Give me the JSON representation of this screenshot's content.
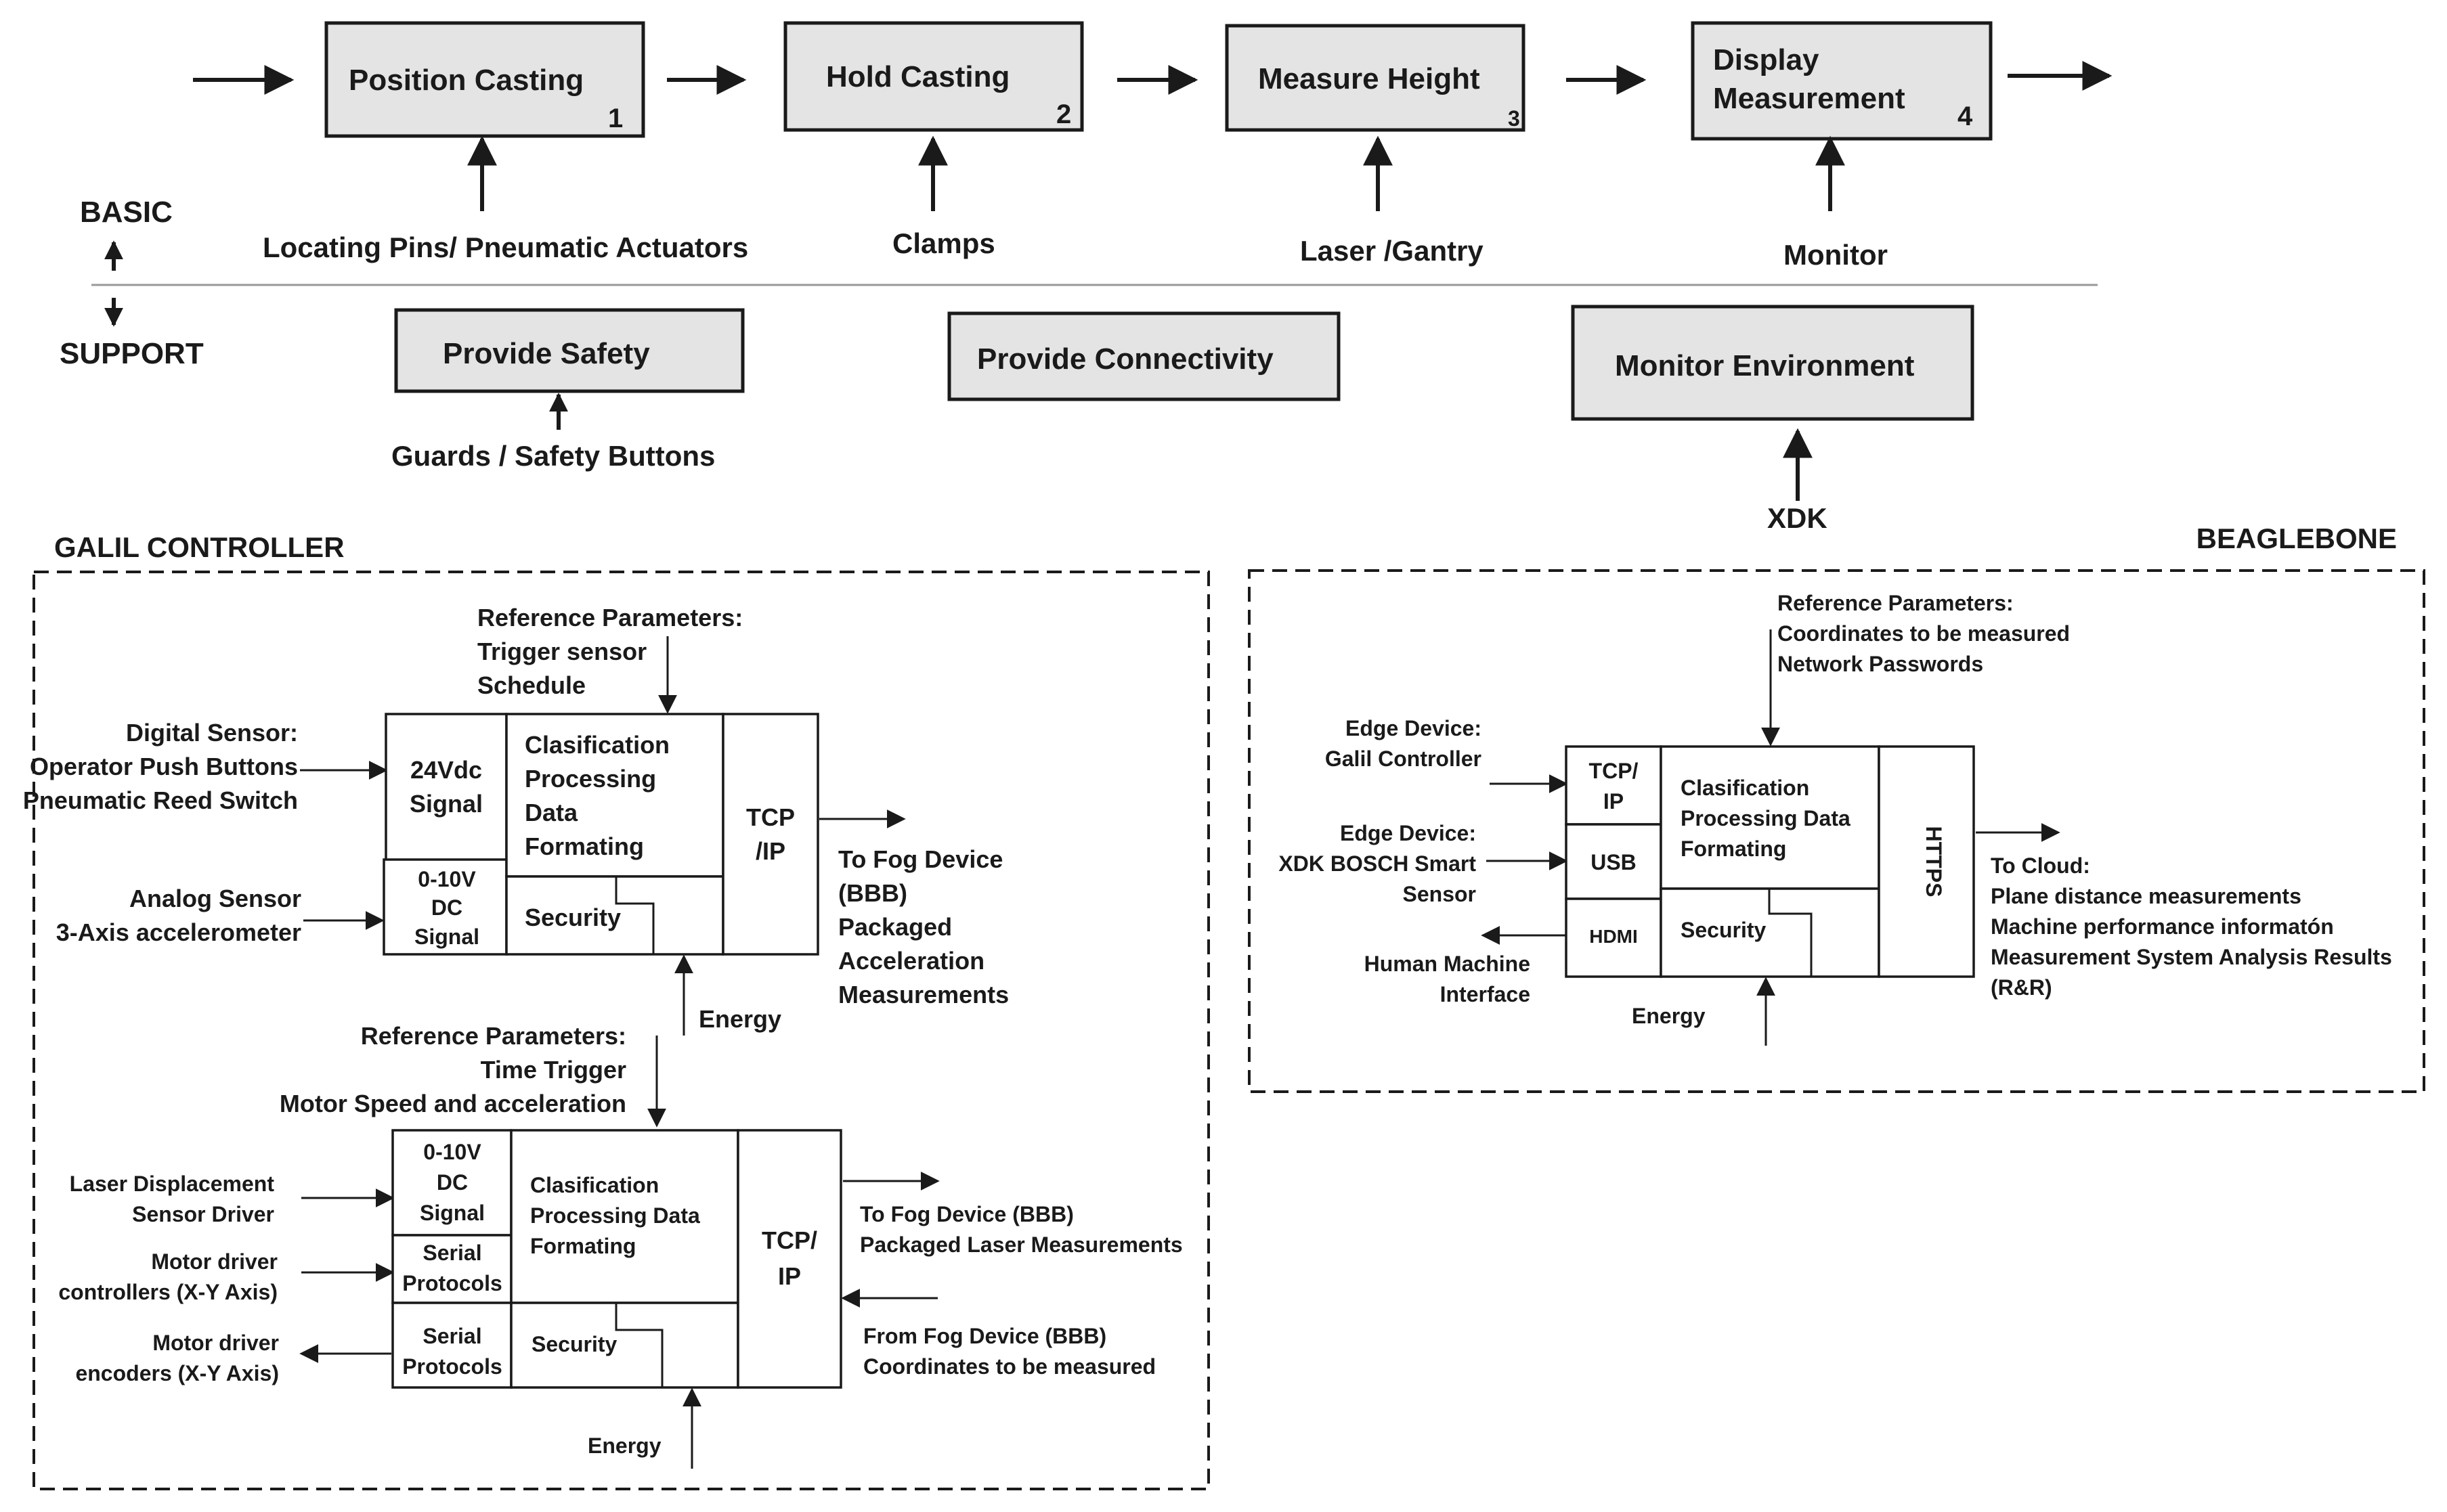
{
  "process": {
    "steps": [
      {
        "label": "Position Casting",
        "num": "1"
      },
      {
        "label": "Hold Casting",
        "num": "2"
      },
      {
        "label": "Measure Height",
        "num": "3"
      },
      {
        "label_line1": "Display",
        "label_line2": "Measurement",
        "num": "4"
      }
    ],
    "inputs": [
      "Locating Pins/ Pneumatic Actuators",
      "Clamps",
      "Laser /Gantry",
      "Monitor"
    ]
  },
  "layers": {
    "basic": "BASIC",
    "support": "SUPPORT"
  },
  "support": {
    "safety": "Provide Safety",
    "safety_input": "Guards / Safety Buttons",
    "connectivity": "Provide Connectivity",
    "environment": "Monitor Environment",
    "environment_input": "XDK"
  },
  "galil": {
    "title": "GALIL CONTROLLER",
    "upper": {
      "ref": [
        "Reference Parameters:",
        "Trigger sensor",
        "Schedule"
      ],
      "digital_in": [
        "Digital Sensor:",
        "Operator Push Buttons",
        "Pneumatic Reed Switch"
      ],
      "analog_in": [
        "Analog Sensor",
        "3-Axis accelerometer"
      ],
      "signal_24": [
        "24Vdc",
        "Signal"
      ],
      "signal_010": [
        "0-10V",
        "DC",
        "Signal"
      ],
      "proc": [
        "Clasification",
        "Processing",
        "Data",
        "Formating"
      ],
      "security": "Security",
      "tcp": [
        "TCP",
        "/IP"
      ],
      "out": [
        "To Fog Device",
        "(BBB)",
        "Packaged",
        "Acceleration",
        "Measurements"
      ],
      "energy": "Energy"
    },
    "lower": {
      "ref": [
        "Reference Parameters:",
        "Time Trigger",
        "Motor Speed and acceleration"
      ],
      "laser_in": [
        "Laser Displacement",
        "Sensor Driver"
      ],
      "motor_in": [
        "Motor driver",
        "controllers (X-Y Axis)"
      ],
      "motor_out": [
        "Motor driver",
        "encoders (X-Y Axis)"
      ],
      "signal_010": [
        "0-10V",
        "DC",
        "Signal"
      ],
      "serial1": [
        "Serial",
        "Protocols"
      ],
      "serial2": [
        "Serial",
        "Protocols"
      ],
      "proc": [
        "Clasification",
        "Processing Data",
        "Formating"
      ],
      "security": "Security",
      "tcp": [
        "TCP/",
        "IP"
      ],
      "out": [
        "To Fog Device (BBB)",
        "Packaged Laser Measurements"
      ],
      "from": [
        "From Fog Device (BBB)",
        "Coordinates to be measured"
      ],
      "energy": "Energy"
    }
  },
  "beagle": {
    "title": "BEAGLEBONE",
    "ref": [
      "Reference Parameters:",
      "Coordinates to be measured",
      "Network Passwords"
    ],
    "edge1": [
      "Edge Device:",
      "Galil Controller"
    ],
    "edge2": [
      "Edge Device:",
      "XDK BOSCH Smart",
      "Sensor"
    ],
    "hmi": [
      "Human Machine",
      "Interface"
    ],
    "tcp": [
      "TCP/",
      "IP"
    ],
    "usb": "USB",
    "hdmi": "HDMI",
    "proc": [
      "Clasification",
      "Processing Data",
      "Formating"
    ],
    "security": "Security",
    "https": "HTTPS",
    "energy": "Energy",
    "out": [
      "To Cloud:",
      "Plane distance measurements",
      "Machine performance informatón",
      "Measurement System Analysis Results",
      "(R&R)"
    ]
  }
}
